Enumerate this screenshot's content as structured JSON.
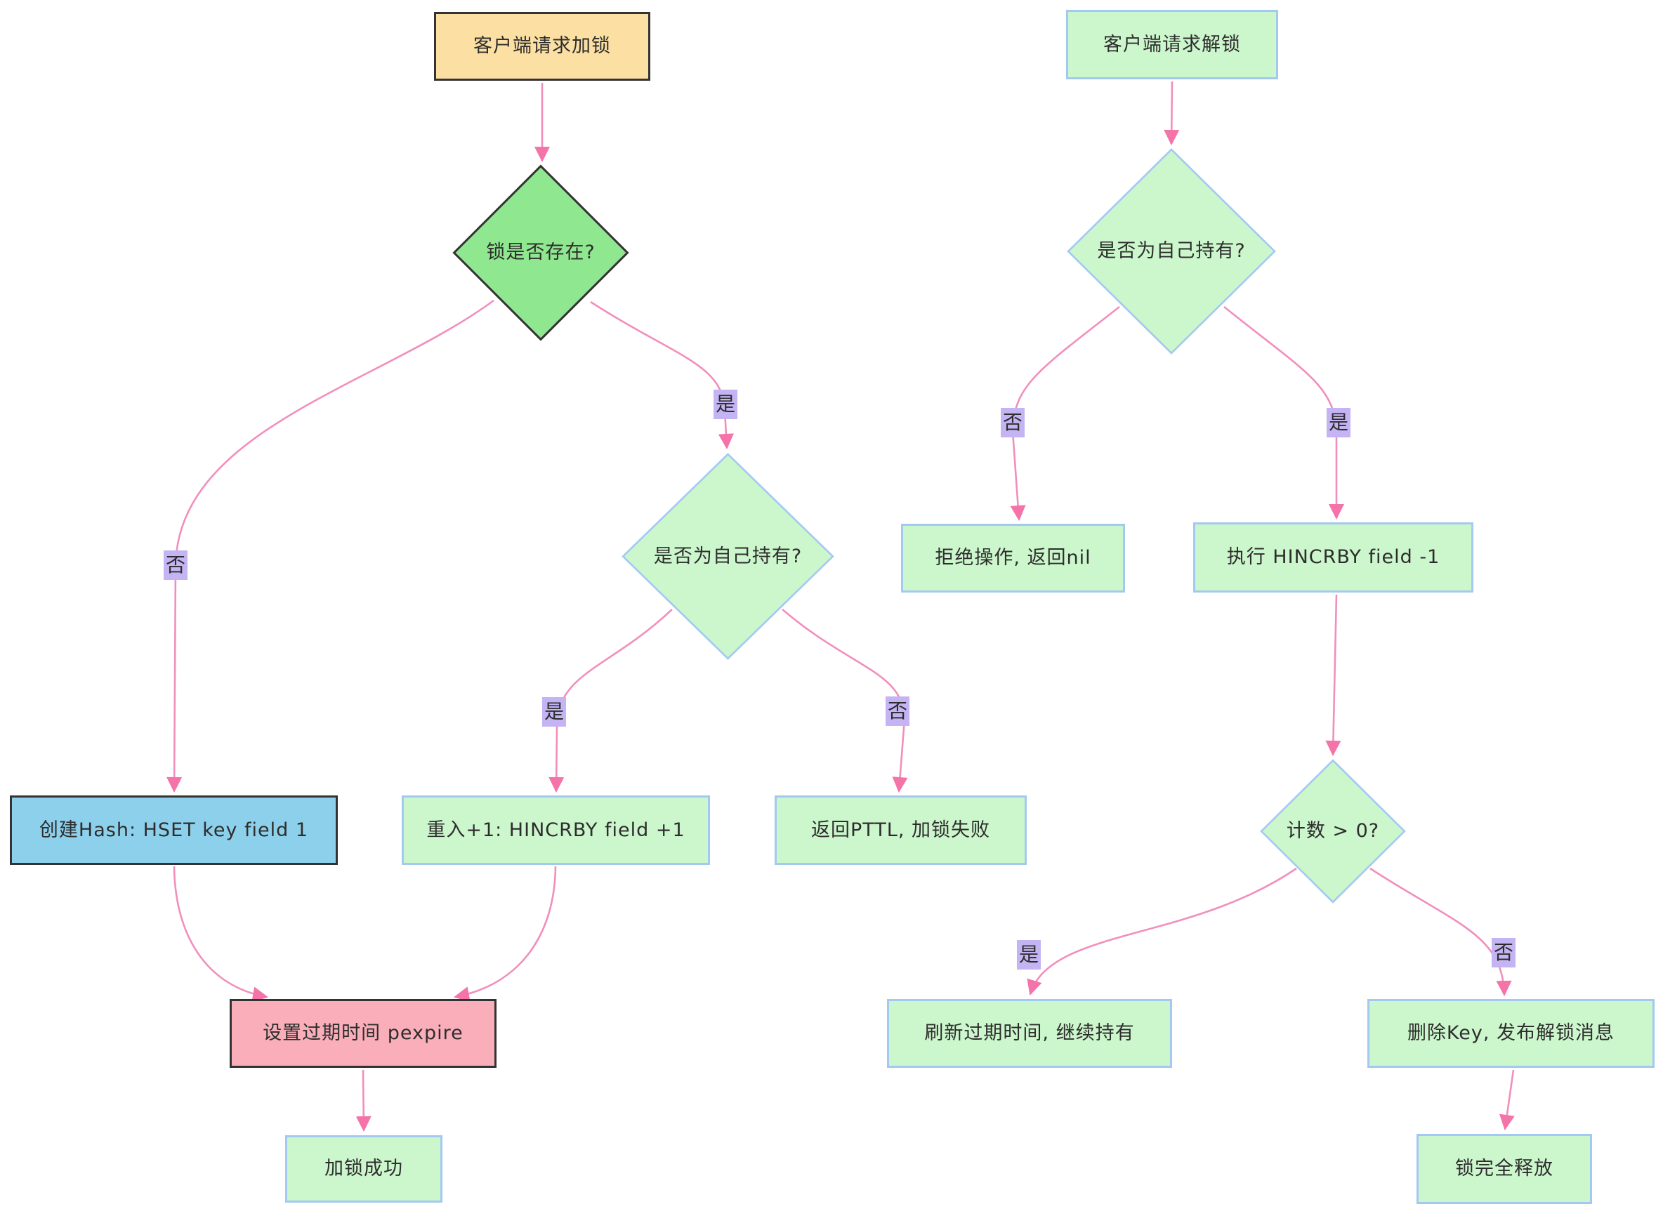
{
  "left_flow": {
    "nodes": {
      "start": "客户端请求加锁",
      "exists_check": "锁是否存在?",
      "create_hash": "创建Hash: HSET key field 1",
      "own_check": "是否为自己持有?",
      "reentrant": "重入+1: HINCRBY field +1",
      "return_pttl": "返回PTTL, 加锁失败",
      "set_expire": "设置过期时间 pexpire",
      "success": "加锁成功"
    },
    "edge_labels": {
      "exists_no": "否",
      "exists_yes": "是",
      "own_yes": "是",
      "own_no": "否"
    }
  },
  "right_flow": {
    "nodes": {
      "start": "客户端请求解锁",
      "own_check": "是否为自己持有?",
      "reject": "拒绝操作, 返回nil",
      "decrement": "执行 HINCRBY field -1",
      "count_check": "计数 > 0?",
      "refresh": "刷新过期时间, 继续持有",
      "delete_key": "删除Key, 发布解锁消息",
      "released": "锁完全释放"
    },
    "edge_labels": {
      "own_no": "否",
      "own_yes": "是",
      "count_yes": "是",
      "count_no": "否"
    }
  },
  "palette": {
    "background": "#ffffff",
    "edge_line": "#f18fbc",
    "arrow_head": "#f473a8",
    "edge_label_bg": "#c4b4f3",
    "text": "#2d2d2d",
    "process_fill": "#ccf6cc",
    "process_border": "#a3c9f2",
    "lock_start_fill": "#fbdfa3",
    "exists_diamond_fill": "#8fe78f",
    "create_hash_fill": "#8dd0eb",
    "set_expire_fill": "#f9aeba",
    "dark_border": "#333333"
  }
}
